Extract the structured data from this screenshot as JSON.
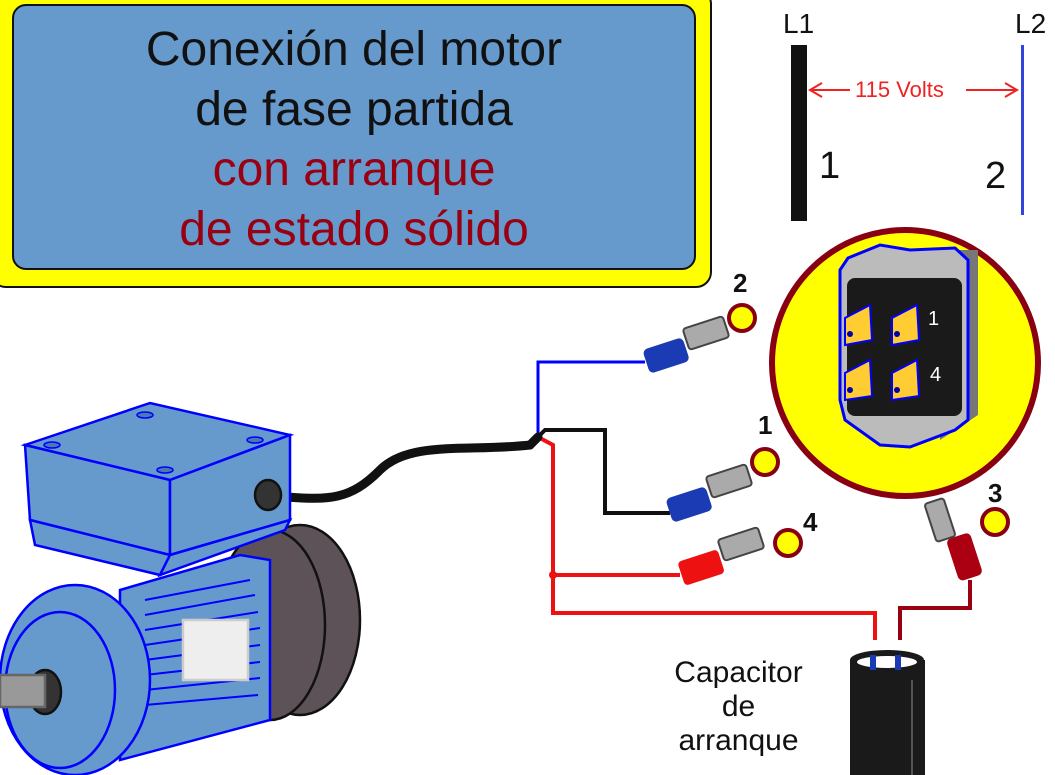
{
  "title": {
    "lines": [
      {
        "text": "Conexión del motor",
        "color": "#111111"
      },
      {
        "text": "de fase partida",
        "color": "#111111"
      },
      {
        "text": "con  arranque",
        "color": "#990011"
      },
      {
        "text": "de estado sólido",
        "color": "#990011"
      }
    ],
    "box_fill": "#6699cc",
    "frame_fill": "#ffff00"
  },
  "supply": {
    "line1_label": "L1",
    "line2_label": "L2",
    "voltage_label": "115 Volts",
    "line1_number": "1",
    "line2_number": "2",
    "voltage_color": "#ee2222"
  },
  "relay": {
    "name": "solid-state starter relay",
    "pin_labels": [
      "1",
      "4"
    ],
    "circle_fill": "#ffff00",
    "circle_stroke": "#880011"
  },
  "terminals": [
    {
      "id": "2",
      "connector_color": "blue",
      "wire_color": "#0000ff"
    },
    {
      "id": "1",
      "connector_color": "blue",
      "wire_color": "#000000"
    },
    {
      "id": "4",
      "connector_color": "red",
      "wire_color": "#ee1111"
    },
    {
      "id": "3",
      "connector_color": "dark-red",
      "wire_color": "#990011"
    }
  ],
  "capacitor": {
    "label_lines": [
      "Capacitor",
      "de",
      "arranque"
    ]
  },
  "motor": {
    "name": "split-phase motor",
    "body_color": "#6699cc",
    "outline_color": "#0000ff"
  }
}
